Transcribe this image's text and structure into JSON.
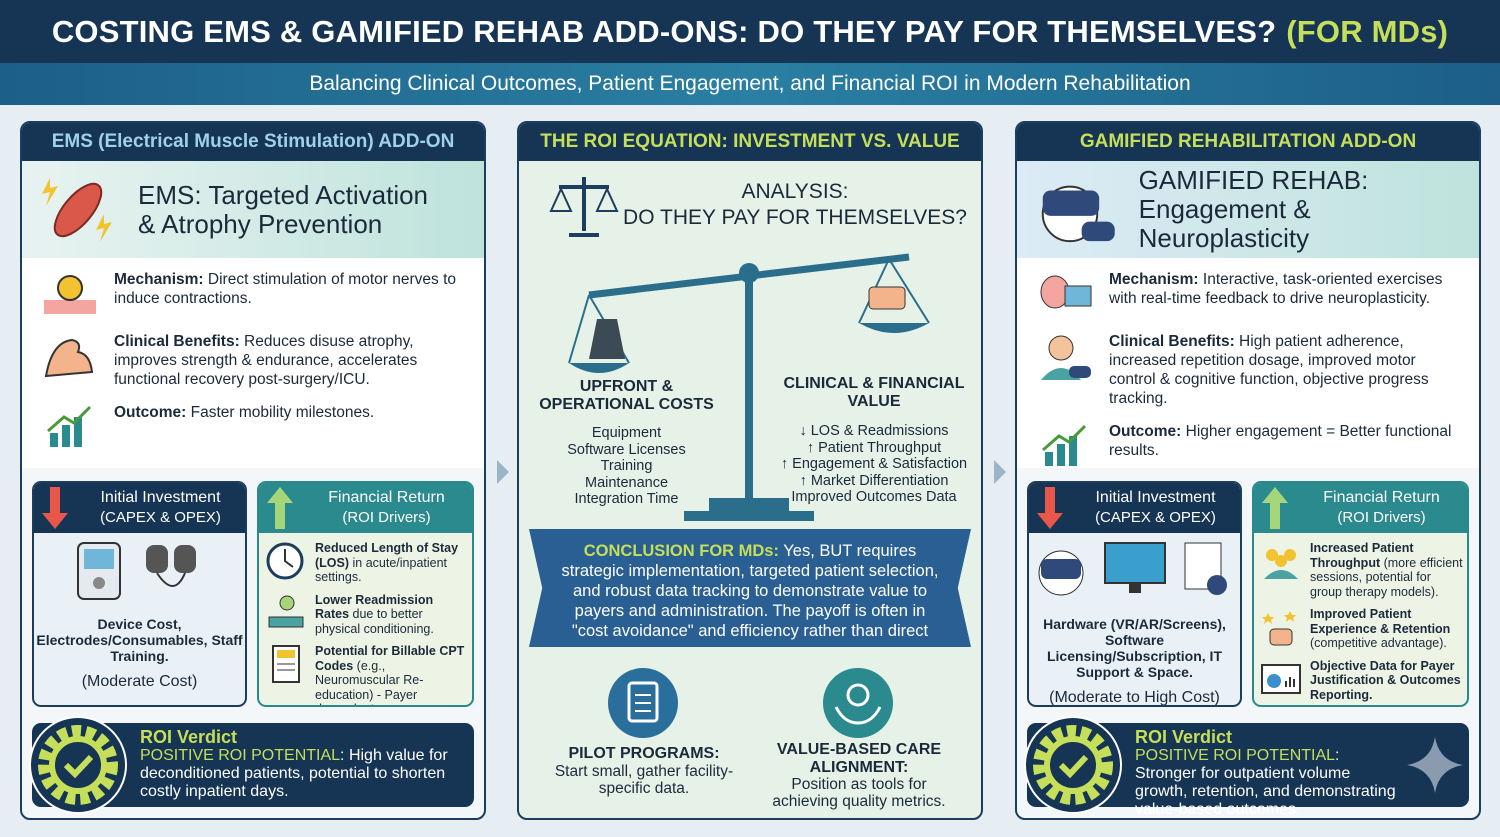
{
  "header": {
    "title": "COSTING EMS & GAMIFIED REHAB ADD-ONS: DO THEY PAY FOR THEMSELVES?",
    "title_accent": "(FOR MDs)",
    "subtitle": "Balancing Clinical Outcomes, Patient Engagement, and Financial ROI in Modern Rehabilitation"
  },
  "colors": {
    "navy": "#163453",
    "accent": "#c6df5a",
    "teal": "#2a8a8e",
    "red_arrow": "#e8574a",
    "green_arrow": "#a6d67a"
  },
  "ems": {
    "panel_title": "EMS (Electrical Muscle Stimulation) ADD-ON",
    "hero": "EMS: Targeted Activation & Atrophy Prevention",
    "items": [
      {
        "label": "Mechanism:",
        "text": " Direct stimulation of motor nerves to induce contractions."
      },
      {
        "label": "Clinical Benefits:",
        "text": " Reduces disuse atrophy, improves strength & endurance, accelerates functional recovery post-surgery/ICU."
      },
      {
        "label": "Outcome:",
        "text": " Faster mobility milestones."
      }
    ],
    "investment": {
      "title": "Initial Investment",
      "sub": "(CAPEX & OPEX)",
      "costs": "Device Cost, Electrodes/Consumables, Staff Training.",
      "level": "(Moderate Cost)"
    },
    "return": {
      "title": "Financial Return",
      "sub": "(ROI Drivers)",
      "items": [
        {
          "label": "Reduced Length of Stay (LOS)",
          "text": " in acute/inpatient settings."
        },
        {
          "label": "Lower Readmission Rates",
          "text": " due to better physical conditioning."
        },
        {
          "label": "Potential for Billable CPT Codes",
          "text": " (e.g., Neuromuscular Re-education) - Payer dependent."
        }
      ]
    },
    "verdict": {
      "title": "ROI Verdict",
      "label": "POSITIVE ROI POTENTIAL",
      "text": ": High value for deconditioned patients, potential to shorten costly inpatient days."
    }
  },
  "roi": {
    "panel_title": "THE ROI EQUATION: INVESTMENT VS. VALUE",
    "analysis_1": "ANALYSIS:",
    "analysis_2": "DO THEY PAY FOR THEMSELVES?",
    "costs_title": "UPFRONT & OPERATIONAL COSTS",
    "costs": [
      "Equipment",
      "Software Licenses",
      "Training",
      "Maintenance",
      "Integration Time"
    ],
    "value_title": "CLINICAL & FINANCIAL VALUE",
    "values": [
      "↓ LOS & Readmissions",
      "↑ Patient Throughput",
      "↑ Engagement & Satisfaction",
      "↑ Market Differentiation",
      "Improved Outcomes Data"
    ],
    "conclusion_label": "CONCLUSION FOR MDs:",
    "conclusion_text": " Yes, BUT requires strategic implementation, targeted patient selection, and robust data tracking to demonstrate value to payers and administration. The payoff is often in \"cost avoidance\" and efficiency rather than direct new revenue.",
    "pilot_title": "PILOT PROGRAMS:",
    "pilot_text": "Start small, gather facility-specific data.",
    "vbc_title": "VALUE-BASED CARE ALIGNMENT:",
    "vbc_text": "Position as tools for achieving quality metrics."
  },
  "gamified": {
    "panel_title": "GAMIFIED REHABILITATION ADD-ON",
    "hero_1": "GAMIFIED REHAB:",
    "hero_2": "Engagement & Neuroplasticity",
    "items": [
      {
        "label": "Mechanism:",
        "text": " Interactive, task-oriented exercises with real-time feedback to drive neuroplasticity."
      },
      {
        "label": "Clinical Benefits:",
        "text": " High patient adherence, increased repetition dosage, improved motor control & cognitive function, objective progress tracking."
      },
      {
        "label": "Outcome:",
        "text": " Higher engagement = Better functional results."
      }
    ],
    "investment": {
      "title": "Initial Investment",
      "sub": "(CAPEX & OPEX)",
      "costs": "Hardware (VR/AR/Screens), Software Licensing/Subscription, IT Support & Space.",
      "level": "(Moderate to High Cost)"
    },
    "return": {
      "title": "Financial Return",
      "sub": "(ROI Drivers)",
      "items": [
        {
          "label": "Increased Patient Throughput",
          "text": " (more efficient sessions, potential for group therapy models)."
        },
        {
          "label": "Improved Patient Experience & Retention",
          "text": " (competitive advantage)."
        },
        {
          "label": "Objective Data for Payer Justification & Outcomes Reporting.",
          "text": ""
        }
      ]
    },
    "verdict": {
      "title": "ROI Verdict",
      "label": "POSITIVE ROI POTENTIAL",
      "text": ": Stronger for outpatient volume growth, retention, and demonstrating value-based outcomes."
    }
  }
}
